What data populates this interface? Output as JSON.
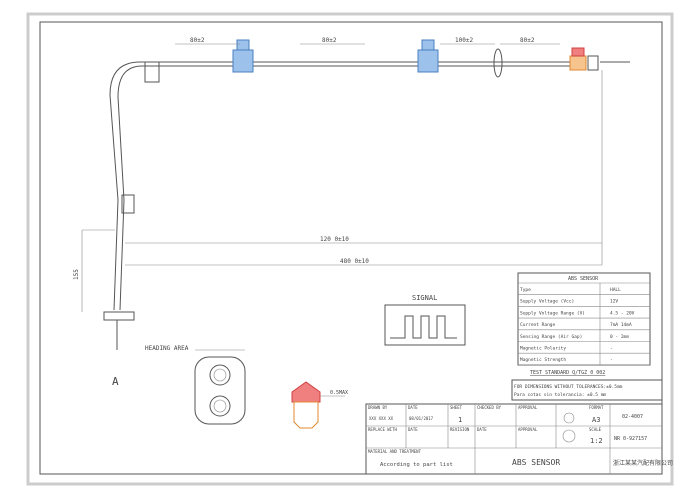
{
  "dimensions": {
    "d1": "80±2",
    "d2": "80±2",
    "d3": "100±2",
    "d4": "80±2",
    "d5": "120 0±10",
    "d6": "480 0±10",
    "d7": "155"
  },
  "labels": {
    "view_a": "A",
    "heading_area": "HEADING AREA",
    "signal": "SIGNAL",
    "detail_note": "0.5MAX"
  },
  "spec_table": {
    "title": "ABS SENSOR",
    "rows": [
      {
        "label": "Type",
        "value": "HALL"
      },
      {
        "label": "Supply Voltage (Vcc)",
        "value": "12V"
      },
      {
        "label": "Supply Voltage Range (V)",
        "value": "4.5 - 20V"
      },
      {
        "label": "Current Range",
        "value": "7mA 14mA"
      },
      {
        "label": "Sensing Range (Air Gap)",
        "value": "0 - 2mm"
      },
      {
        "label": "Magnetic Polarity",
        "value": "-"
      },
      {
        "label": "Magnetic Strength",
        "value": "-"
      }
    ],
    "standard": "TEST STANDARD Q/TGZ 0 002"
  },
  "notes": {
    "line1": "FOR DIMENSIONS WITHOUT TOLERANCES:±0.5mm",
    "line2": "Para cotas sin tolerancia: ±0.5 mm"
  },
  "title_block": {
    "drawn_by_label": "DRAWN BY",
    "drawn_by": "XXX XXX XX",
    "date_label": "DATE",
    "date": "08/01/2017",
    "sheet_label": "SHEET",
    "sheet": "1",
    "checked_label": "CHECKED BY",
    "checked_date_label": "DATE",
    "revision_label": "REVISION",
    "replace_label": "REPLACE WITH",
    "replace_date_label": "DATE",
    "approval_label": "APPROVAL",
    "approval_label2": "APPROVAL",
    "material_label": "MATERIAL AND TREATMENT",
    "material": "According to part list",
    "title": "ABS SENSOR",
    "format_label": "FORMAT",
    "format": "A3",
    "scale_label": "SCALE",
    "scale": "1:2",
    "part_no": "02-4007",
    "drawing_no": "NR 0-927157",
    "company": "浙江某某汽配有限公司"
  }
}
